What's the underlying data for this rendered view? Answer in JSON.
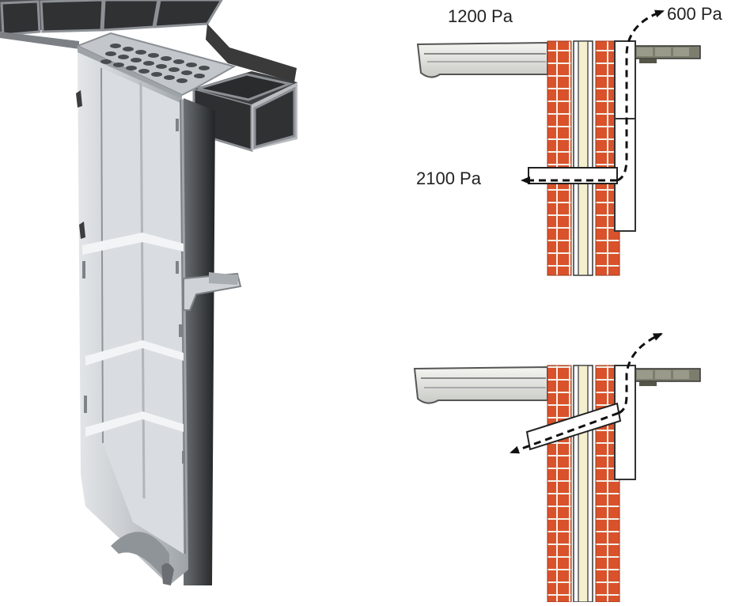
{
  "diagram": {
    "labels": {
      "top_left_pressure": "1200 Pa",
      "top_right_pressure": "600 Pa",
      "side_pressure": "2100 Pa"
    },
    "colors": {
      "brick": "#d9522b",
      "mortar": "#f4f1ea",
      "liner": "#f3efcf",
      "steel_light": "#d4d8dc",
      "steel_mid": "#a9aeb3",
      "steel_dark": "#2a2c2e",
      "paving": "#3a3a3a",
      "paving_light": "#8d9196",
      "arrow": "#111111"
    },
    "icons": [
      "arrow-right-icon",
      "arrow-left-icon",
      "arrow-up-right-icon",
      "arrow-down-left-icon"
    ]
  }
}
